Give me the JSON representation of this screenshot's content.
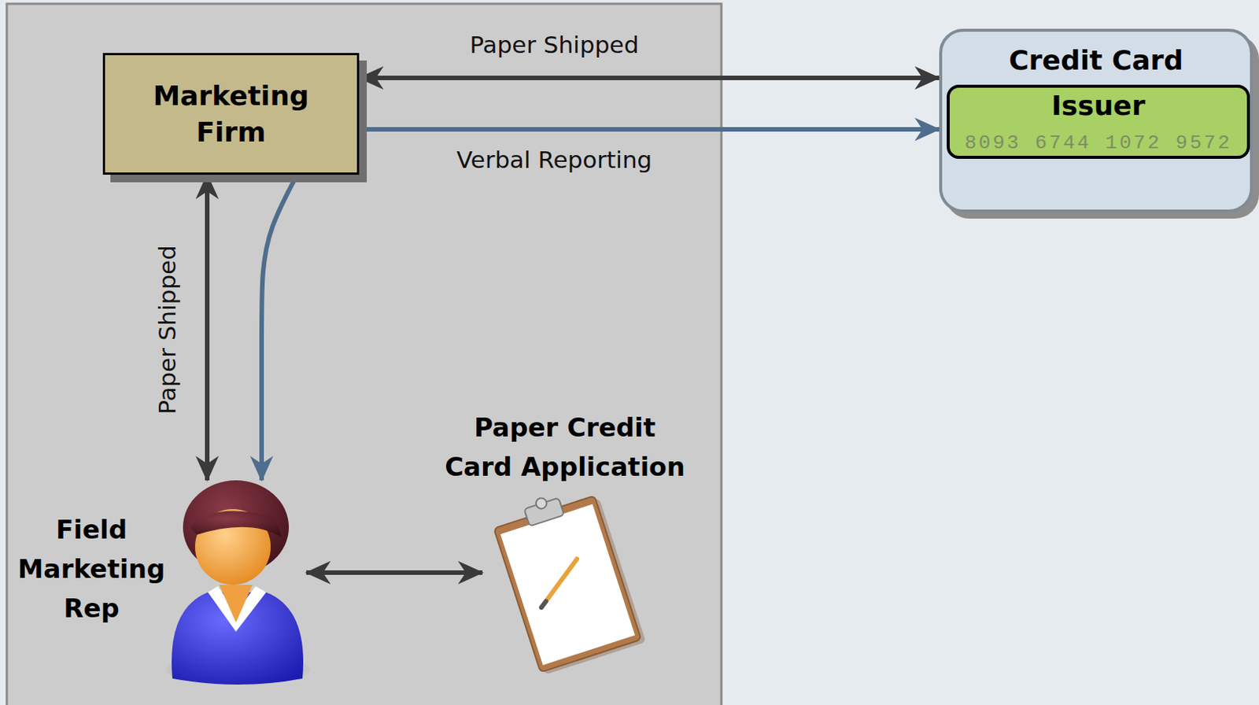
{
  "diagram": {
    "nodes": [
      {
        "text": [
          "Marketing Firm"
        ]
      },
      {
        "text": [
          "Credit Card"
        ]
      },
      {
        "text": [
          "Issuer",
          "8093 6744 1072 9572"
        ],
        "in": 1
      },
      {
        "text": [
          "Field Marketing Rep"
        ]
      },
      {
        "text": [
          "Paper Credit Card Application"
        ]
      }
    ],
    "edges": [
      {
        "from": 0,
        "to": 1,
        "label": "Paper Shipped",
        "arrow": "both"
      },
      {
        "from": 0,
        "to": 1,
        "label": "Verbal Reporting",
        "arrow": "to"
      },
      {
        "from": 0,
        "to": 3,
        "label": "Paper Shipped",
        "arrow": "both"
      },
      {
        "from": 0,
        "to": 3,
        "arrow": "to"
      },
      {
        "from": 3,
        "to": 4,
        "arrow": "both"
      }
    ]
  }
}
